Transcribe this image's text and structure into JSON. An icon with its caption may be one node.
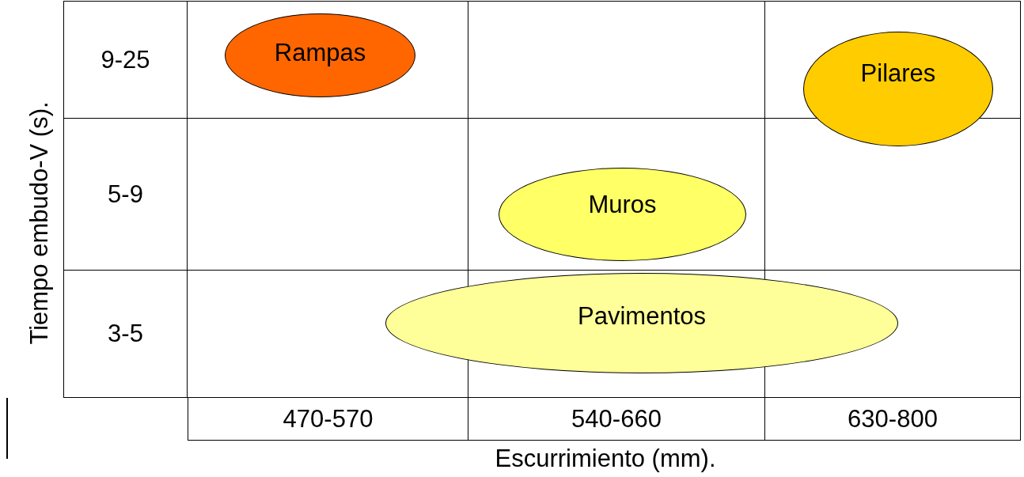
{
  "diagram": {
    "nodes": [
      {
        "text": [
          "Rampas"
        ]
      },
      {
        "text": [
          "Pilares"
        ]
      },
      {
        "text": [
          "Muros"
        ]
      },
      {
        "text": [
          "Pavimentos"
        ]
      }
    ],
    "labels": [
      "Tiempo embudo-V (s).",
      "9-25",
      "5-9",
      "3-5",
      "470-570",
      "540-660",
      "630-800",
      "Escurrimiento (mm)."
    ]
  }
}
